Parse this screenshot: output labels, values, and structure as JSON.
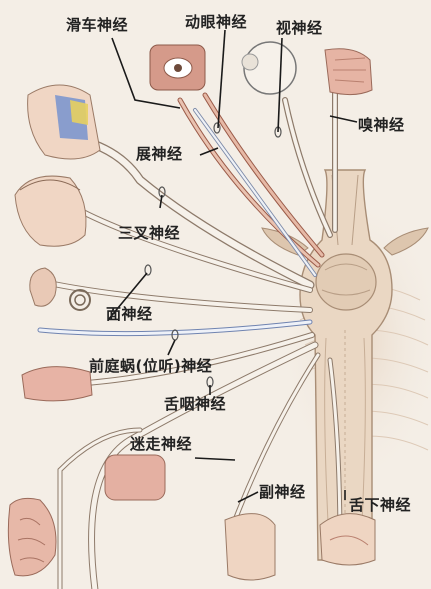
{
  "labels": {
    "trochlear": "滑车神经",
    "oculomotor": "动眼神经",
    "optic": "视神经",
    "olfactory": "嗅神经",
    "abducens": "展神经",
    "trigeminal": "三叉神经",
    "facial": "面神经",
    "vestibulocochlear": "前庭蜗(位听)神经",
    "glossopharyngeal": "舌咽神经",
    "vagus": "迷走神经",
    "accessory": "副神经",
    "hypoglossal": "舌下神经"
  }
}
